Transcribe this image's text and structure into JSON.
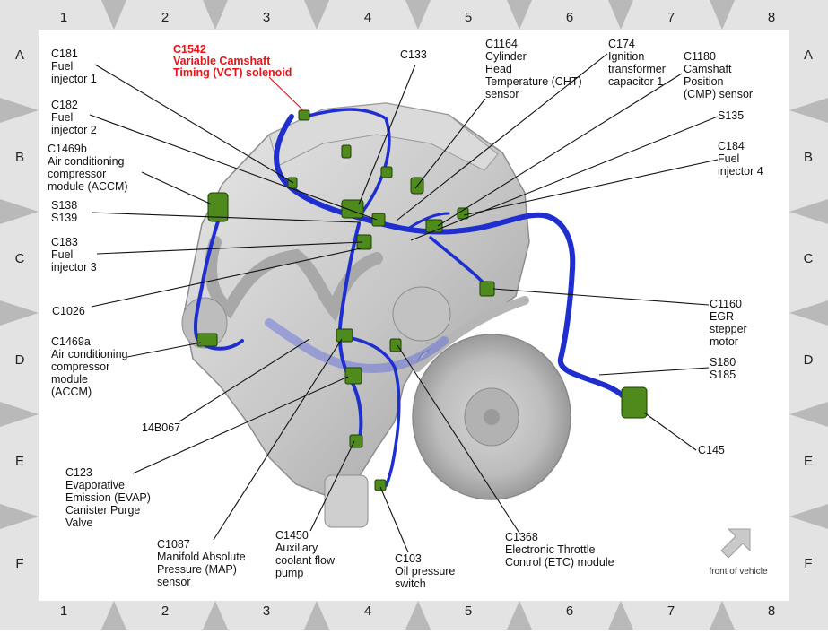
{
  "grid": {
    "columns": [
      "1",
      "2",
      "3",
      "4",
      "5",
      "6",
      "7",
      "8"
    ],
    "rows": [
      "A",
      "B",
      "C",
      "D",
      "E",
      "F"
    ]
  },
  "labels": {
    "c181": {
      "id": "C181",
      "desc": [
        "Fuel",
        "injector 1"
      ]
    },
    "c1542": {
      "id": "C1542",
      "desc": [
        "Variable Camshaft",
        "Timing (VCT) solenoid"
      ]
    },
    "c133": {
      "id": "C133",
      "desc": []
    },
    "c1164": {
      "id": "C1164",
      "desc": [
        "Cylinder",
        "Head",
        "Temperature (CHT)",
        "sensor"
      ]
    },
    "c174": {
      "id": "C174",
      "desc": [
        "Ignition",
        "transformer",
        "capacitor 1"
      ]
    },
    "c1180": {
      "id": "C1180",
      "desc": [
        "Camshaft",
        "Position",
        "(CMP) sensor"
      ]
    },
    "c182": {
      "id": "C182",
      "desc": [
        "Fuel",
        "injector 2"
      ]
    },
    "s135": {
      "id": "S135",
      "desc": []
    },
    "c1469b": {
      "id": "C1469b",
      "desc": [
        "Air conditioning",
        "compressor",
        "module (ACCM)"
      ]
    },
    "c184": {
      "id": "C184",
      "desc": [
        "Fuel",
        "injector 4"
      ]
    },
    "s138": {
      "id": "S138",
      "desc": [
        "S139"
      ]
    },
    "c183": {
      "id": "C183",
      "desc": [
        "Fuel",
        "injector 3"
      ]
    },
    "c1026": {
      "id": "C1026",
      "desc": []
    },
    "c1160": {
      "id": "C1160",
      "desc": [
        "EGR",
        "stepper",
        "motor"
      ]
    },
    "c1469a": {
      "id": "C1469a",
      "desc": [
        "Air conditioning",
        "compressor",
        "module",
        "(ACCM)"
      ]
    },
    "s180": {
      "id": "S180",
      "desc": [
        "S185"
      ]
    },
    "b14b067": {
      "id": "14B067",
      "desc": []
    },
    "c145": {
      "id": "C145",
      "desc": []
    },
    "c123": {
      "id": "C123",
      "desc": [
        "Evaporative",
        "Emission (EVAP)",
        "Canister Purge",
        "Valve"
      ]
    },
    "c1087": {
      "id": "C1087",
      "desc": [
        "Manifold Absolute",
        "Pressure (MAP)",
        "sensor"
      ]
    },
    "c1450": {
      "id": "C1450",
      "desc": [
        "Auxiliary",
        "coolant flow",
        "pump"
      ]
    },
    "c103": {
      "id": "C103",
      "desc": [
        "Oil pressure",
        "switch"
      ]
    },
    "c1368": {
      "id": "C1368",
      "desc": [
        "Electronic Throttle",
        "Control (ETC) module"
      ]
    }
  },
  "front_of_vehicle": "front of vehicle",
  "colors": {
    "harness": "#1f2fcf",
    "connector": "#4f8a1c",
    "highlight": "#e4141b",
    "frame": "#e3e3e3",
    "engine": "#c9c9c9"
  }
}
